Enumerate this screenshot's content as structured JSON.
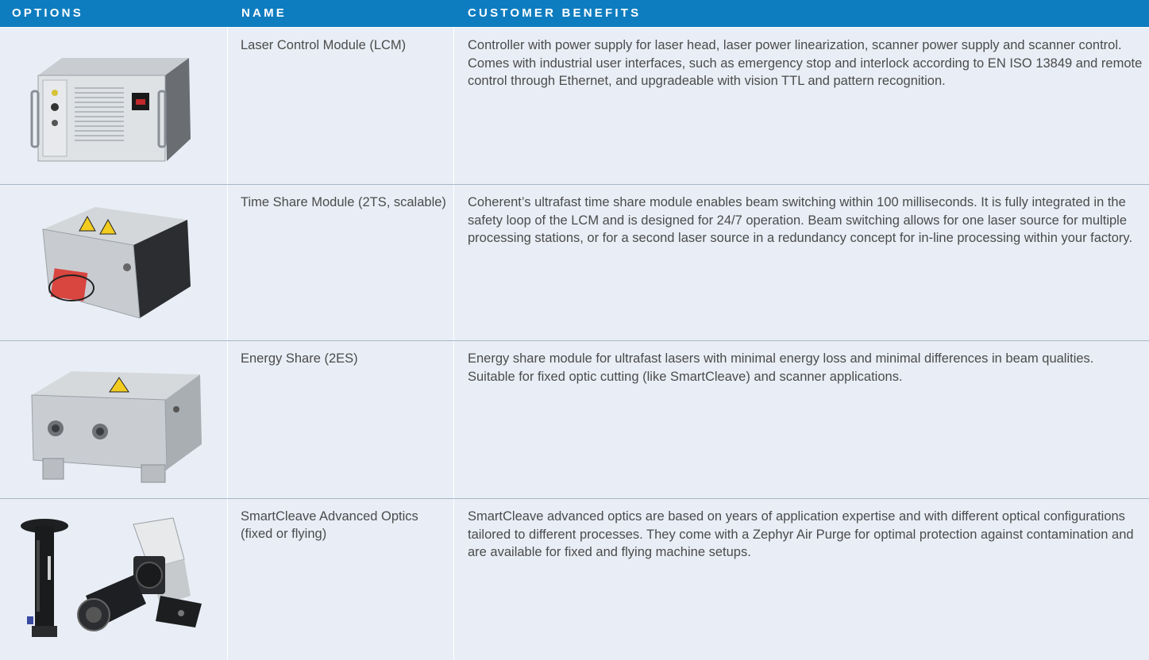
{
  "headers": [
    "OPTIONS",
    "NAME",
    "CUSTOMER BENEFITS"
  ],
  "colors": {
    "header_bg": "#0e7dc0",
    "row_bg": "#e9eef6",
    "text": "#4b4b4b"
  },
  "rows": [
    {
      "image_icon": "laser-control-module-image",
      "name": "Laser Control Module (LCM)",
      "benefit": "Controller with power supply for laser head, laser power linearization, scanner power supply and scanner control. Comes with industrial user interfaces, such as emergency stop and interlock according to EN ISO 13849 and remote control through Ethernet, and upgradeable with vision TTL and pattern recognition."
    },
    {
      "image_icon": "time-share-module-image",
      "name": "Time Share Module (2TS, scalable)",
      "benefit": "Coherent’s ultrafast time share module enables beam switching within 100 milliseconds. It is fully integrated in the safety loop of the LCM and is designed for 24/7 operation. Beam switching allows for one laser source for multiple processing stations, or for a second laser source in a redundancy concept for in-line processing within your factory."
    },
    {
      "image_icon": "energy-share-module-image",
      "name": "Energy Share (2ES)",
      "benefit": "Energy share module for ultrafast lasers with minimal energy loss and minimal differences in beam qualities. Suitable for fixed optic cutting (like SmartCleave) and scanner applications."
    },
    {
      "image_icon": "smartcleave-optics-image",
      "name": "SmartCleave Advanced Optics (fixed or flying)",
      "benefit": "SmartCleave advanced optics are based on years of application expertise and with different optical configurations tailored to different processes. They come with a Zephyr Air Purge for optimal protection against contamination and are available for fixed and flying machine setups."
    }
  ]
}
